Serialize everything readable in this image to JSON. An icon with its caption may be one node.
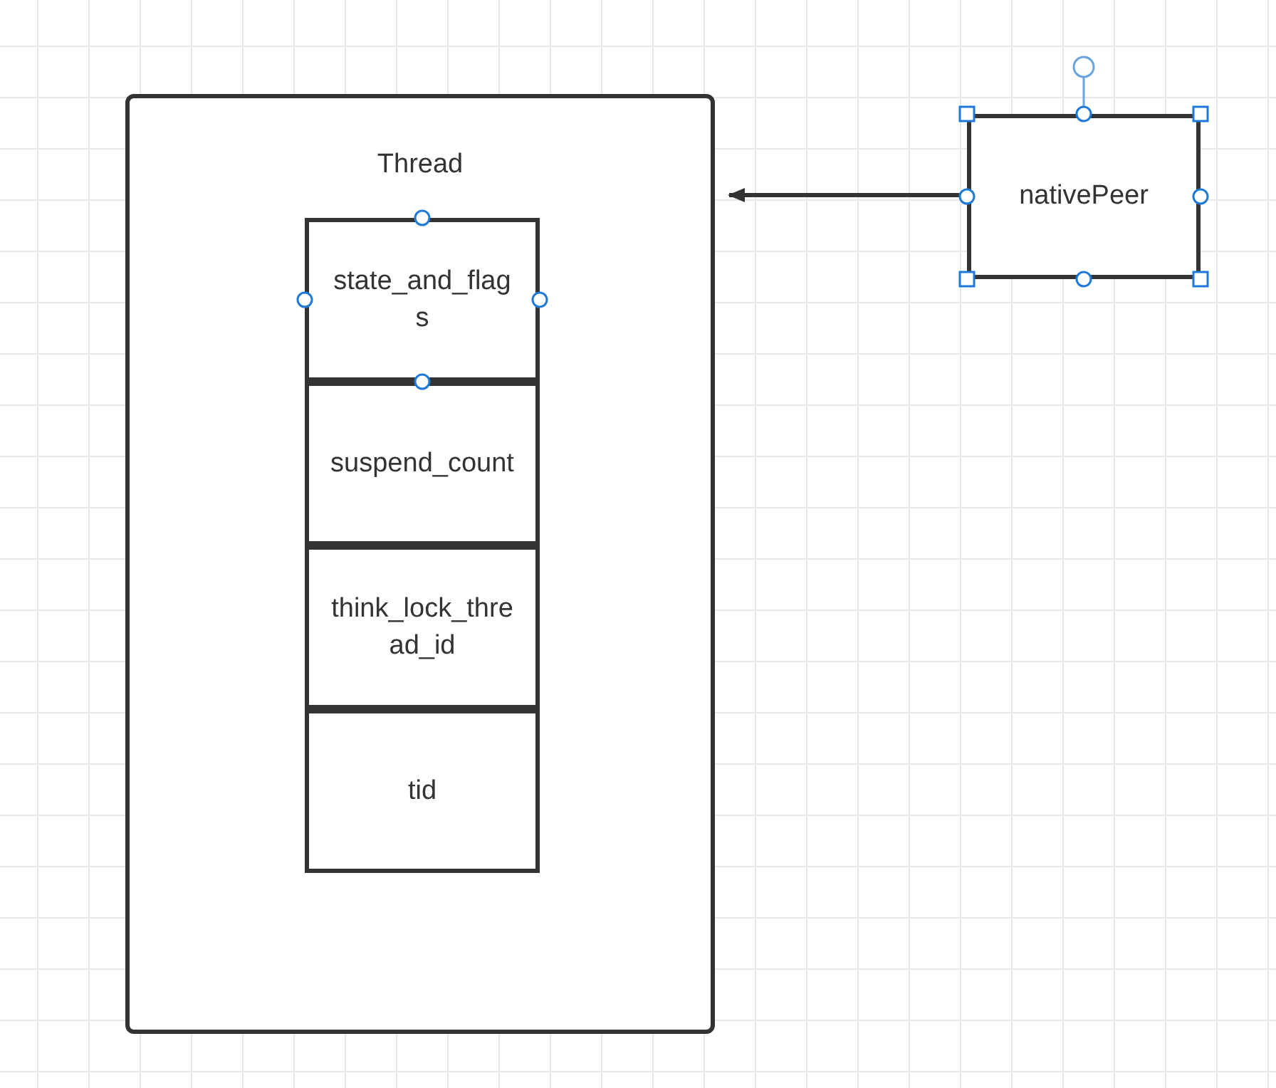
{
  "diagram": {
    "nodes": [
      {
        "text": [
          "Thread"
        ]
      },
      {
        "text": [
          "state_and_flags"
        ],
        "in": 0
      },
      {
        "text": [
          "suspend_count"
        ],
        "in": 0
      },
      {
        "text": [
          "think_lock_thread_id"
        ],
        "in": 0
      },
      {
        "text": [
          "tid"
        ],
        "in": 0
      },
      {
        "text": [
          "nativePeer"
        ]
      }
    ],
    "edges": [
      {
        "from": 5,
        "to": 0,
        "arrow": "to"
      }
    ]
  }
}
